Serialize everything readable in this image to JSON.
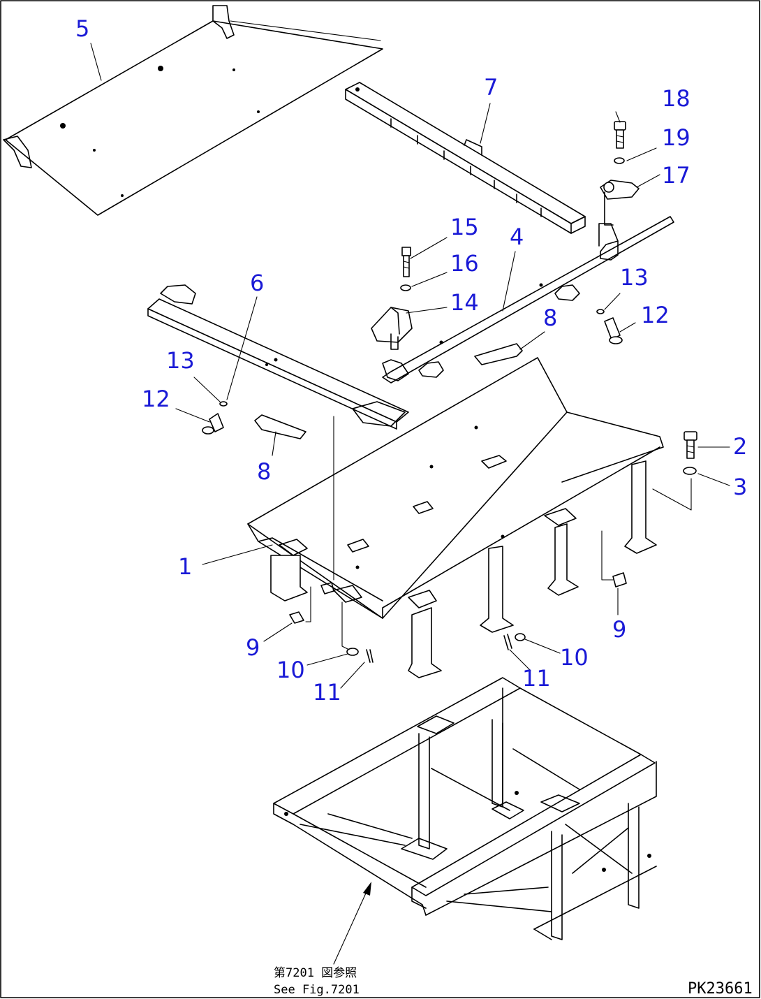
{
  "callouts": {
    "c1": "1",
    "c2": "2",
    "c3": "3",
    "c4": "4",
    "c5": "5",
    "c6": "6",
    "c7": "7",
    "c8a": "8",
    "c8b": "8",
    "c9a": "9",
    "c9b": "9",
    "c10a": "10",
    "c10b": "10",
    "c11a": "11",
    "c11b": "11",
    "c12a": "12",
    "c12b": "12",
    "c13a": "13",
    "c13b": "13",
    "c14": "14",
    "c15": "15",
    "c16": "16",
    "c17": "17",
    "c18": "18",
    "c19": "19"
  },
  "reference": {
    "jp": "第7201 図参照",
    "en": "See Fig.7201"
  },
  "figure_code": "PK23661",
  "colors": {
    "callout": "#1a1ad6",
    "line": "#000000"
  }
}
